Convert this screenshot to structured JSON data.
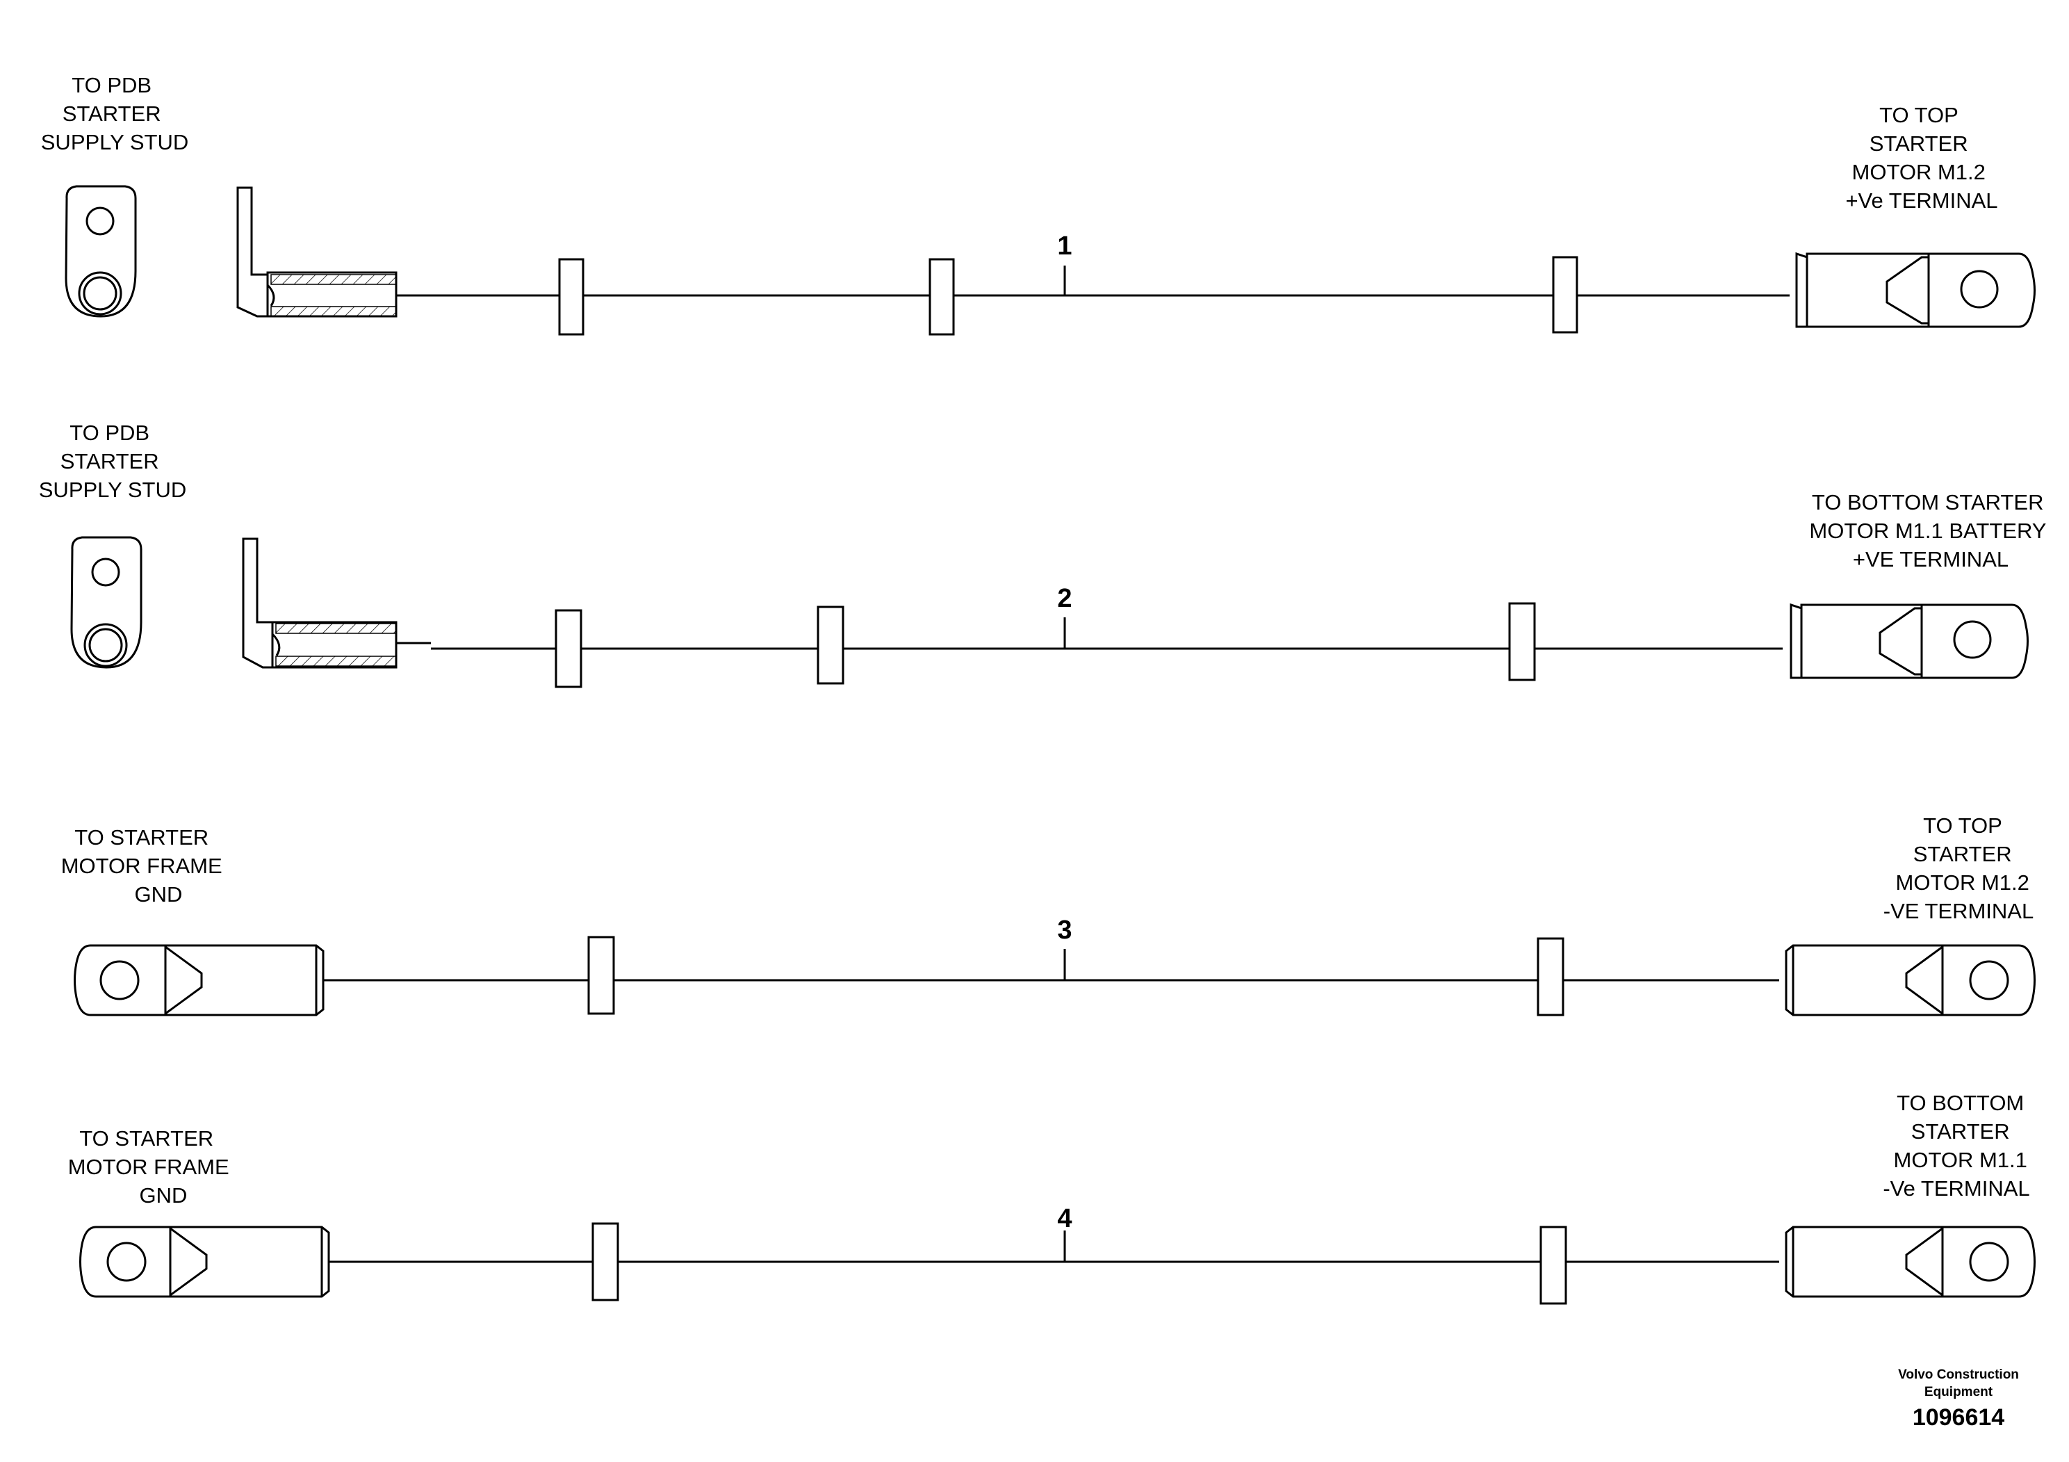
{
  "cables": [
    {
      "number": "1",
      "left_label": [
        "TO PDB",
        "STARTER",
        "SUPPLY STUD"
      ],
      "right_label": [
        "TO TOP",
        "STARTER",
        "MOTOR M1.2",
        "+Ve TERMINAL"
      ]
    },
    {
      "number": "2",
      "left_label": [
        "TO PDB",
        "STARTER",
        "SUPPLY STUD"
      ],
      "right_label": [
        "TO BOTTOM STARTER",
        "MOTOR M1.1 BATTERY",
        "+VE TERMINAL"
      ]
    },
    {
      "number": "3",
      "left_label": [
        "TO STARTER",
        "MOTOR FRAME",
        "GND"
      ],
      "right_label": [
        "TO TOP",
        "STARTER",
        "MOTOR M1.2",
        "-VE TERMINAL"
      ]
    },
    {
      "number": "4",
      "left_label": [
        "TO STARTER",
        "MOTOR FRAME",
        "GND"
      ],
      "right_label": [
        "TO BOTTOM",
        "STARTER",
        "MOTOR M1.1",
        "-Ve TERMINAL"
      ]
    }
  ],
  "footer": {
    "brand_line1": "Volvo Construction",
    "brand_line2": "Equipment",
    "drawing_number": "1096614"
  }
}
